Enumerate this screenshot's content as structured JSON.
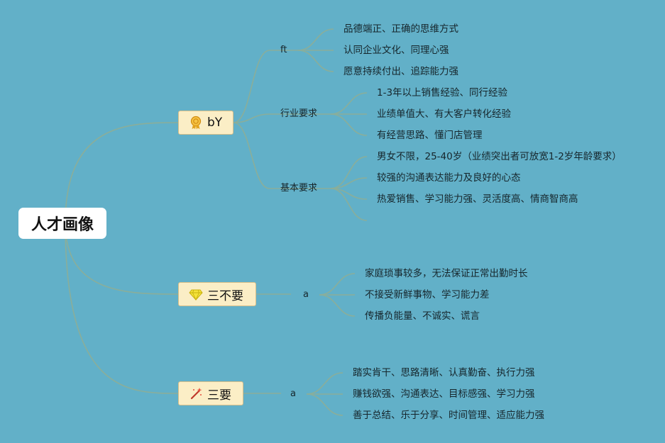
{
  "root": {
    "label": "人才画像"
  },
  "branches": [
    {
      "label": "bY",
      "icon": "award-medal-icon",
      "subs": [
        {
          "label": "ft",
          "leaves": [
            "品德端正、正确的思维方式",
            "认同企业文化、同理心强",
            "愿意持续付出、追踪能力强"
          ]
        },
        {
          "label": "行业要求",
          "leaves": [
            "1-3年以上销售经验、同行经验",
            "业绩单值大、有大客户转化经验",
            "有经营思路、懂门店管理"
          ]
        },
        {
          "label": "基本要求",
          "leaves": [
            "男女不限，25-40岁（业绩突出者可放宽1-2岁年龄要求）",
            "较强的沟通表达能力及良好的心态",
            "热爱销售、学习能力强、灵活度高、情商智商高",
            ""
          ]
        }
      ]
    },
    {
      "label": "三不要",
      "icon": "diamond-icon",
      "subs": [
        {
          "label": "a",
          "leaves": [
            "家庭琐事较多，无法保证正常出勤时长",
            "不接受新鲜事物、学习能力差",
            "传播负能量、不诚实、谎言"
          ]
        }
      ]
    },
    {
      "label": "三要",
      "icon": "magic-wand-icon",
      "subs": [
        {
          "label": "a",
          "leaves": [
            "踏实肯干、思路清晰、认真勤奋、执行力强",
            "赚钱欲强、沟通表达、目标感强、学习力强",
            "善于总结、乐于分享、时间管理、适应能力强"
          ]
        }
      ]
    }
  ],
  "colors": {
    "background": "#62b0c8",
    "connector": "#8aae9a",
    "branch_fill": "#fbeec6",
    "root_fill": "#ffffff"
  }
}
